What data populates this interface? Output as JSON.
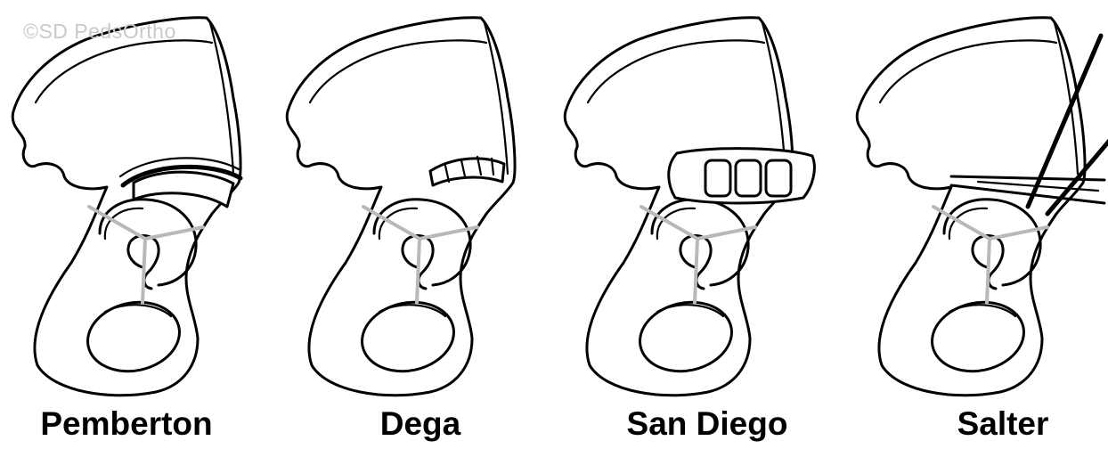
{
  "watermark": "©SD PedsOrtho",
  "panels": [
    {
      "label": "Pemberton"
    },
    {
      "label": "Dega"
    },
    {
      "label": "San Diego"
    },
    {
      "label": "Salter"
    }
  ],
  "colors": {
    "outline": "#000000",
    "triradiate": "#b9b9b9",
    "watermark": "#c9c9c9"
  }
}
